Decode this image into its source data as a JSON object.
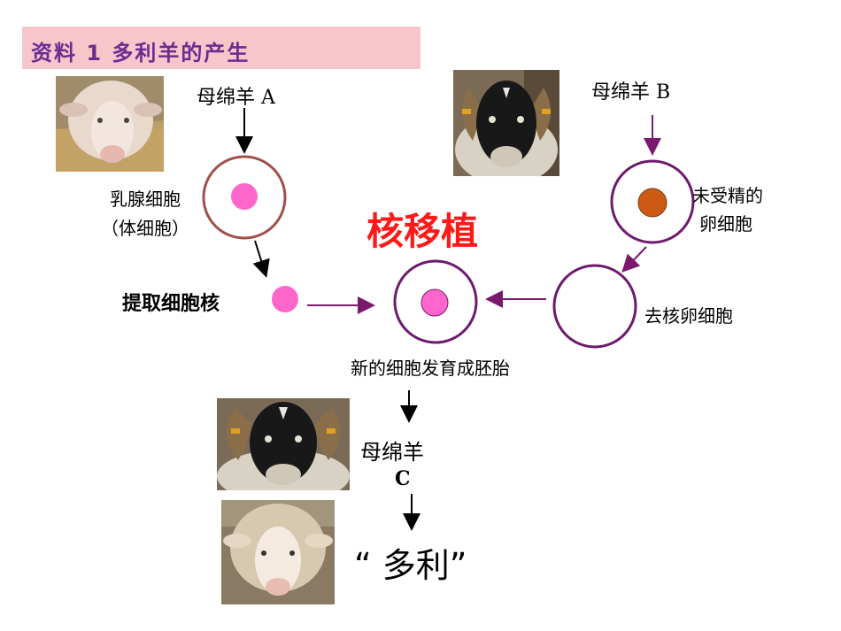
{
  "title": "资料 1    多利羊的产生",
  "labels": {
    "sheep_a": "母绵羊 A",
    "sheep_b": "母绵羊 B",
    "mammary_cell": "乳腺细胞",
    "somatic_cell": "（体细胞）",
    "unfertilized_egg_1": "未受精的",
    "unfertilized_egg_2": "卵细胞",
    "nuclear_transfer": "核移植",
    "extract_nucleus": "提取细胞核",
    "enucleated_egg": "去核卵细胞",
    "new_cell": "新的细胞发育成胚胎",
    "sheep_c_1": "母绵羊",
    "sheep_c_2": "C",
    "dolly": "“ 多利”"
  },
  "colors": {
    "title_bg": "#f7c6cb",
    "title_text": "#6a2c91",
    "cell_a_border": "#a0504a",
    "cell_purple_border": "#6d1a6d",
    "nucleus_pink": "#ff66cc",
    "nucleus_orange": "#cc5a14",
    "arrow_purple": "#7a1a6f",
    "highlight_red": "#ff1a1a"
  },
  "images": {
    "sheep_a_photo": "white-faced-sheep-photo",
    "sheep_b_photo": "black-faced-horned-sheep-photo",
    "sheep_c_photo": "black-faced-horned-sheep-photo",
    "dolly_photo": "dolly-white-sheep-photo"
  }
}
